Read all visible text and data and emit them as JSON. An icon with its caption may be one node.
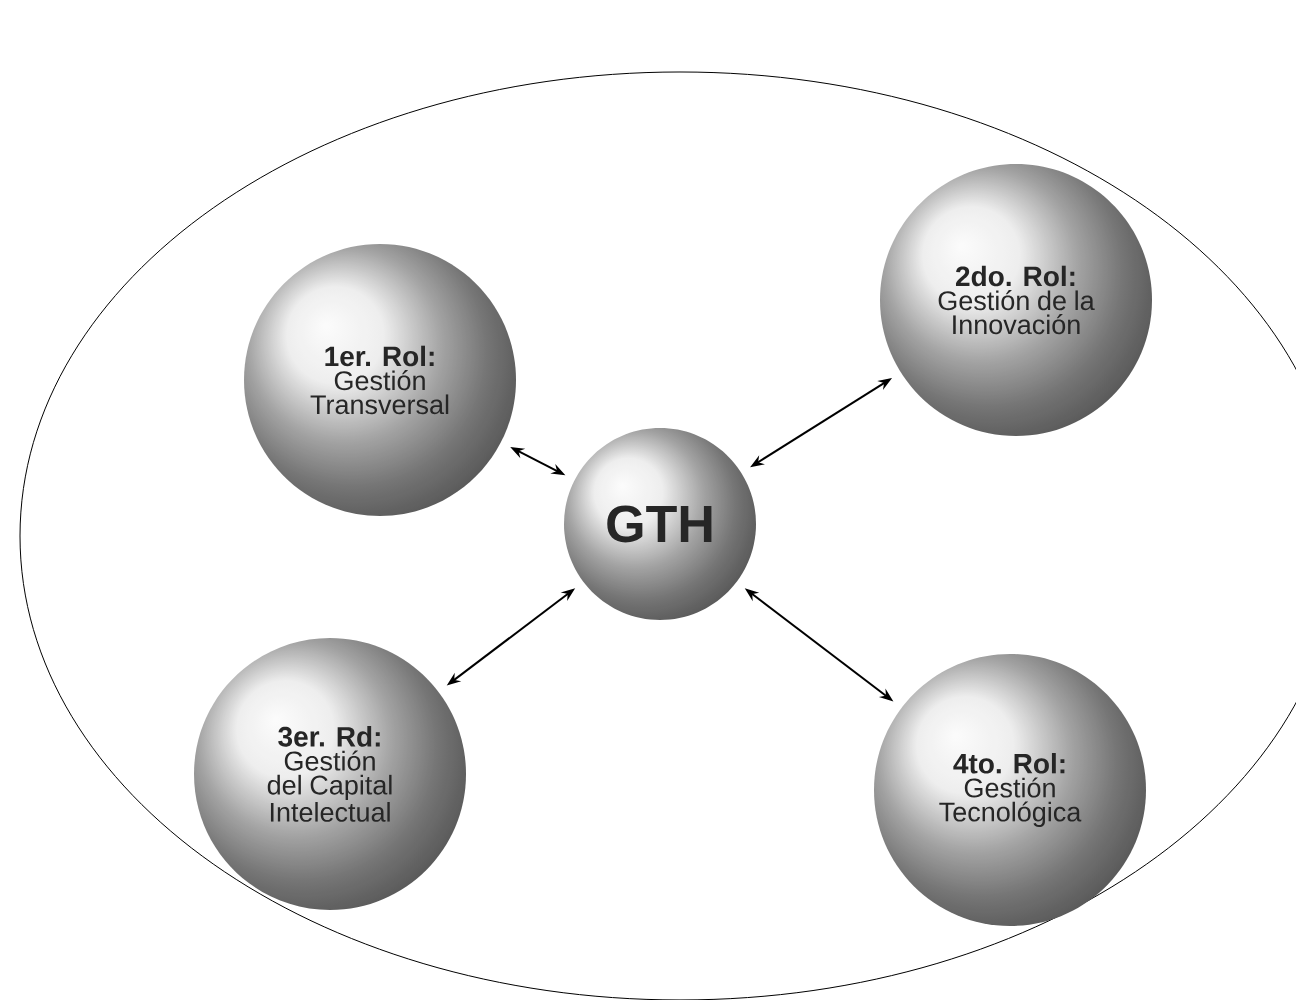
{
  "diagram": {
    "nodes": [
      {
        "text": [],
        "shape": "ellipse"
      },
      {
        "text": [
          "1er. Rol:",
          "Gestión Transversal"
        ],
        "in": 0
      },
      {
        "text": [
          "2do. Rol:",
          "Gestión de la Innovación"
        ],
        "in": 0
      },
      {
        "text": [
          "GTH"
        ],
        "in": 0
      },
      {
        "text": [
          "3er. Rd:",
          "Gestión del Capital Intelectual"
        ],
        "in": 0
      },
      {
        "text": [
          "4to. Rol:",
          "Gestión Tecnológica"
        ],
        "in": 0
      }
    ],
    "edges": [
      {
        "from": 3,
        "to": 1,
        "arrow": "both"
      },
      {
        "from": 3,
        "to": 2,
        "arrow": "both"
      },
      {
        "from": 3,
        "to": 4,
        "arrow": "both"
      },
      {
        "from": 3,
        "to": 5,
        "arrow": "both"
      }
    ]
  }
}
